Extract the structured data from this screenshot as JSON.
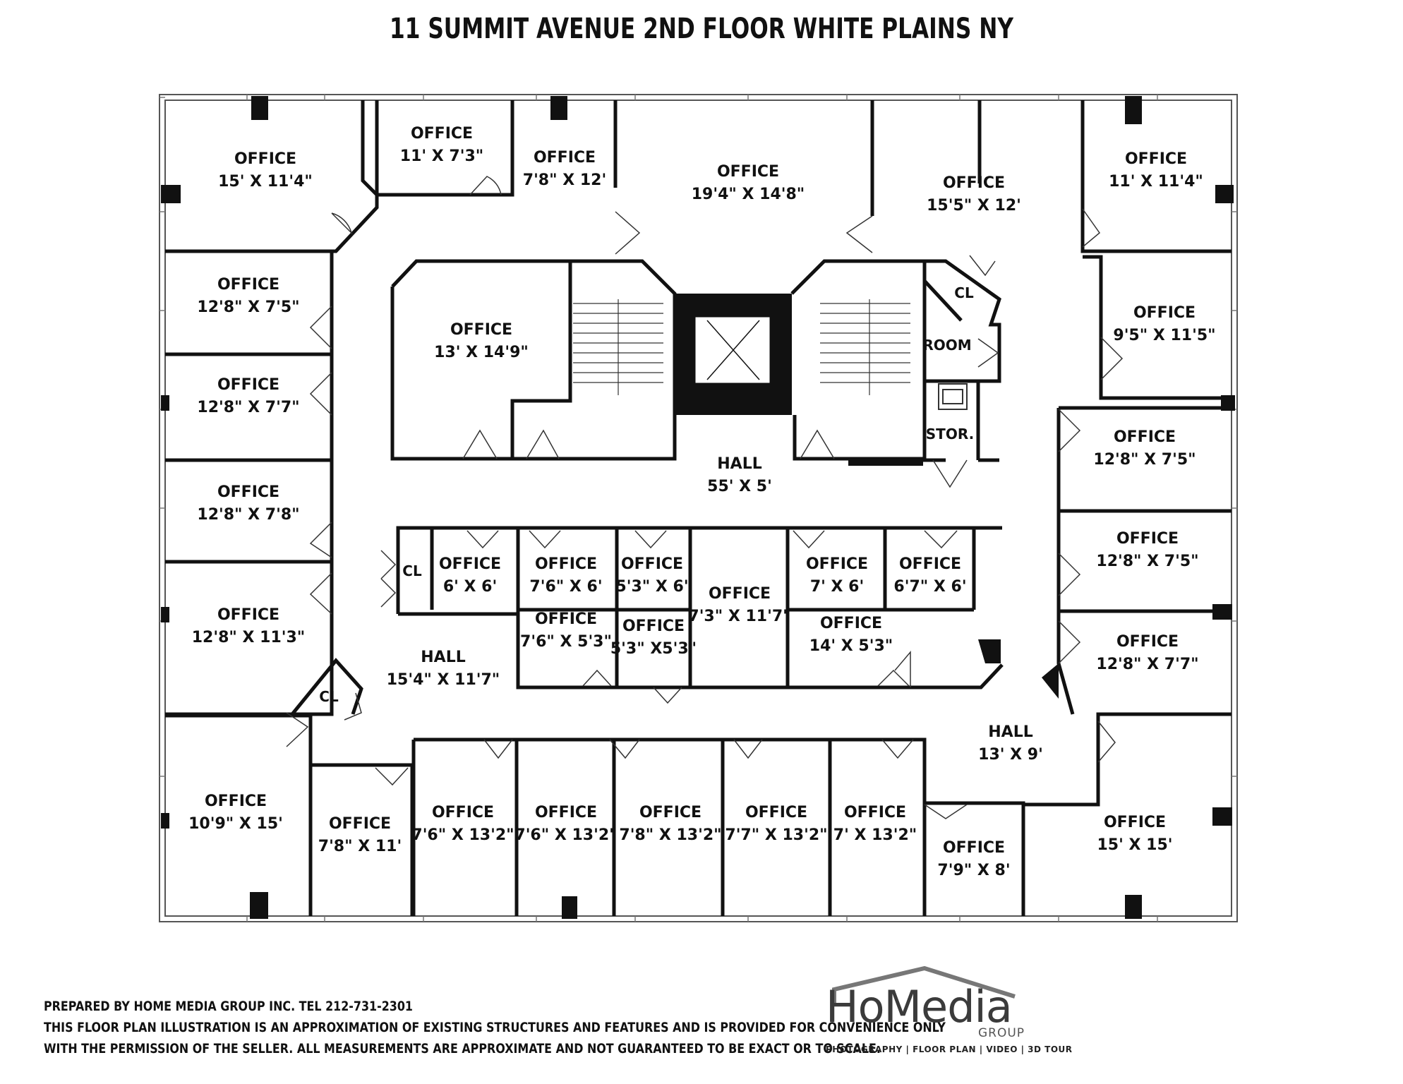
{
  "title": "11 SUMMIT AVENUE 2ND FLOOR WHITE PLAINS NY",
  "rooms": [
    {
      "id": "r1",
      "name": "OFFICE",
      "size": "15' X 11'4\""
    },
    {
      "id": "r2",
      "name": "OFFICE",
      "size": "11' X 7'3\""
    },
    {
      "id": "r3",
      "name": "OFFICE",
      "size": "7'8\" X 12'"
    },
    {
      "id": "r4",
      "name": "OFFICE",
      "size": "19'4\" X 14'8\""
    },
    {
      "id": "r5",
      "name": "OFFICE",
      "size": "15'5\" X 12'"
    },
    {
      "id": "r6",
      "name": "OFFICE",
      "size": "11' X 11'4\""
    },
    {
      "id": "r7",
      "name": "OFFICE",
      "size": "12'8\" X 7'5\""
    },
    {
      "id": "r8",
      "name": "OFFICE",
      "size": "13' X 14'9\""
    },
    {
      "id": "r9",
      "name": "OFFICE",
      "size": "9'5\" X 11'5\""
    },
    {
      "id": "r10",
      "name": "OFFICE",
      "size": "12'8\" X 7'7\""
    },
    {
      "id": "r11",
      "name": "OFFICE",
      "size": "12'8\" X 7'5\""
    },
    {
      "id": "r12",
      "name": "HALL",
      "size": "55' X 5'"
    },
    {
      "id": "r13",
      "name": "OFFICE",
      "size": "12'8\" X 7'8\""
    },
    {
      "id": "r14",
      "name": "OFFICE",
      "size": "12'8\" X 7'5\""
    },
    {
      "id": "r15",
      "name": "OFFICE",
      "size": "6' X 6'"
    },
    {
      "id": "r16",
      "name": "OFFICE",
      "size": "7'6\" X 6'"
    },
    {
      "id": "r17",
      "name": "OFFICE",
      "size": "5'3\" X 6'"
    },
    {
      "id": "r18",
      "name": "OFFICE",
      "size": "7'3\" X 11'7\""
    },
    {
      "id": "r19",
      "name": "OFFICE",
      "size": "7' X 6'"
    },
    {
      "id": "r20",
      "name": "OFFICE",
      "size": "6'7\" X 6'"
    },
    {
      "id": "r21",
      "name": "OFFICE",
      "size": "12'8\" X 11'3\""
    },
    {
      "id": "r22",
      "name": "OFFICE",
      "size": "7'6\" X 5'3\""
    },
    {
      "id": "r23",
      "name": "OFFICE",
      "size": "5'3\" X5'3\""
    },
    {
      "id": "r24",
      "name": "OFFICE",
      "size": "14' X 5'3\""
    },
    {
      "id": "r25",
      "name": "OFFICE",
      "size": "12'8\" X 7'7\""
    },
    {
      "id": "r26",
      "name": "HALL",
      "size": "15'4\" X 11'7\""
    },
    {
      "id": "r27",
      "name": "HALL",
      "size": "13' X 9'"
    },
    {
      "id": "r28",
      "name": "OFFICE",
      "size": "10'9\" X 15'"
    },
    {
      "id": "r29",
      "name": "OFFICE",
      "size": "7'8\" X 11'"
    },
    {
      "id": "r30",
      "name": "OFFICE",
      "size": "7'6\" X 13'2\""
    },
    {
      "id": "r31",
      "name": "OFFICE",
      "size": "7'6\" X 13'2\""
    },
    {
      "id": "r32",
      "name": "OFFICE",
      "size": "7'8\" X 13'2\""
    },
    {
      "id": "r33",
      "name": "OFFICE",
      "size": "7'7\" X 13'2\""
    },
    {
      "id": "r34",
      "name": "OFFICE",
      "size": "7' X 13'2\""
    },
    {
      "id": "r35",
      "name": "OFFICE",
      "size": "7'9\" X 8'"
    },
    {
      "id": "r36",
      "name": "OFFICE",
      "size": "15' X 15'"
    }
  ],
  "small_labels": {
    "cl_top": "CL",
    "room": "ROOM",
    "stor": "STOR.",
    "cl_mid": "CL",
    "cl_left": "CL"
  },
  "footer": {
    "line1": "PREPARED BY  HOME MEDIA GROUP INC.  TEL 212-731-2301",
    "line2": "THIS FLOOR PLAN ILLUSTRATION IS AN APPROXIMATION OF EXISTING STRUCTURES AND FEATURES AND IS PROVIDED FOR CONVENIENCE ONLY",
    "line3": "WITH THE PERMISSION OF THE SELLER. ALL MEASUREMENTS ARE APPROXIMATE AND NOT GUARANTEED TO BE EXACT OR TO SCALE."
  },
  "logo": {
    "name": "HoMedia",
    "group": "GROUP",
    "tagline": "PHOTOGRAPHY | FLOOR PLAN | VIDEO | 3D TOUR",
    "color": "#3b3b3b"
  },
  "colors": {
    "wall": "#111111",
    "window": "#555555"
  }
}
